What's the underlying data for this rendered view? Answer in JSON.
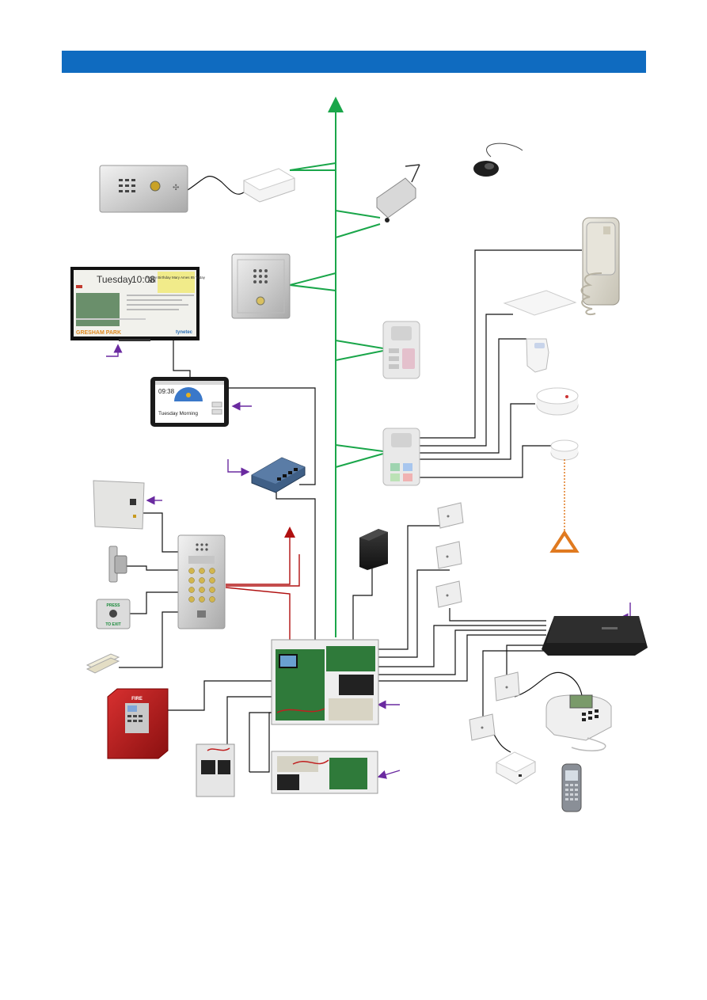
{
  "header": {
    "bar_color": "#0f6bc0"
  },
  "signage_screen": {
    "day": "Tuesday",
    "time": "10:08",
    "ampm": "am",
    "notice": "Happy Birthday Mary Ames 85 Today",
    "location": "GRESHAM PARK",
    "brand": "tynetec"
  },
  "tablet": {
    "time": "09:38",
    "greeting": "Tuesday Morning"
  },
  "fire_panel_label": "FIRE",
  "exit_button": {
    "top": "PRESS",
    "bottom": "TO EXIT"
  },
  "colors": {
    "network_line": "#1aa64a",
    "wire_line": "#111111",
    "door_release_line": "#b01010",
    "annotation_arrow": "#6a2aa0"
  },
  "icons": [
    "entrance-panel-icon",
    "gsm-modem-icon",
    "radio-receiver-icon",
    "pendant-icon",
    "door-intercom-icon",
    "handset-icon",
    "ceiling-pir-icon",
    "pir-sensor-icon",
    "signage-screen-icon",
    "tablet-icon",
    "resident-unit-icon",
    "smoke-detector-icon",
    "pull-cord-icon",
    "network-switch-icon",
    "power-supply-icon",
    "keypad-entry-panel-icon",
    "external-drive-icon",
    "junction-box-icon",
    "lock-release-icon",
    "exit-button-icon",
    "door-contact-icon",
    "call-router-icon",
    "control-unit-icon",
    "fire-panel-icon",
    "telephone-icon",
    "battery-backup-icon",
    "expansion-unit-icon",
    "dect-base-icon",
    "dect-handset-icon"
  ]
}
